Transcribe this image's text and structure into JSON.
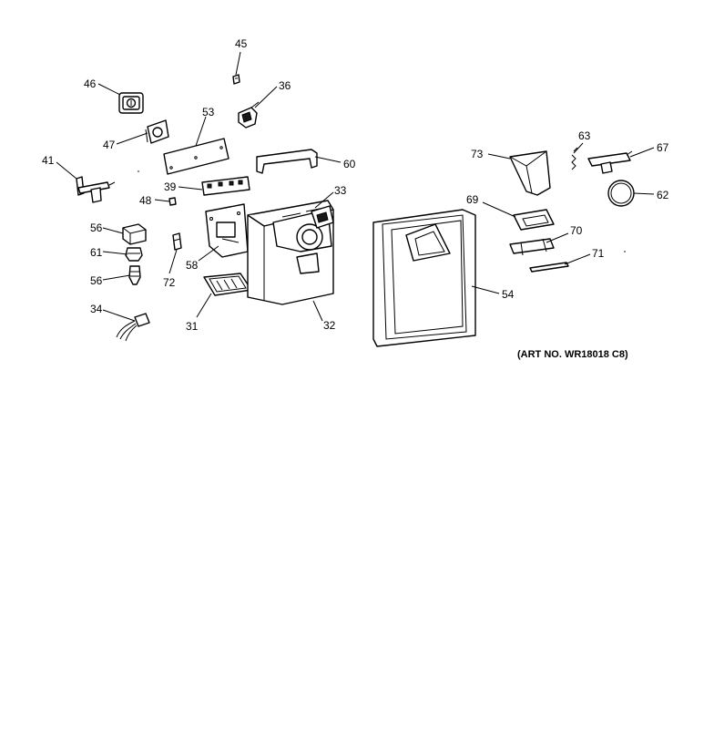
{
  "diagram": {
    "caption": "(ART NO. WR18018 C8)",
    "callouts": {
      "c45": "45",
      "c46": "46",
      "c36": "36",
      "c53": "53",
      "c47": "47",
      "c41": "41",
      "c60": "60",
      "c39": "39",
      "c33": "33",
      "c48": "48",
      "c56a": "56",
      "c61": "61",
      "c56b": "56",
      "c72": "72",
      "c58": "58",
      "c34": "34",
      "c31": "31",
      "c32": "32",
      "c73": "73",
      "c63": "63",
      "c67": "67",
      "c62": "62",
      "c69": "69",
      "c70": "70",
      "c71": "71",
      "c54": "54"
    }
  }
}
